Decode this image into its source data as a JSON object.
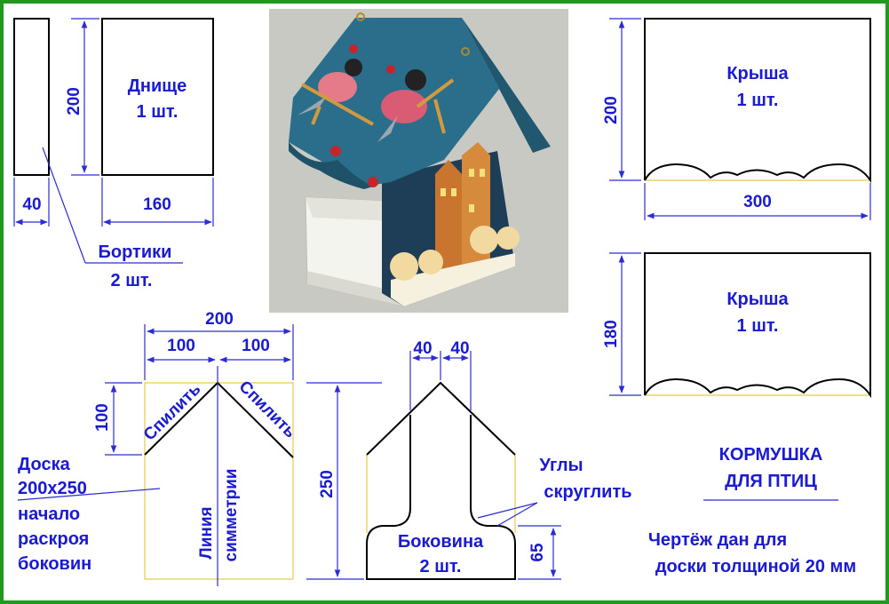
{
  "frame_color": "#1f9a1f",
  "text_color": "#1a1ad0",
  "bottom_part": {
    "title": "Днище",
    "count": "1 шт.",
    "height": "200",
    "width": "160"
  },
  "sides_part": {
    "width": "40",
    "label": "Бортики",
    "count": "2 шт."
  },
  "roof_large": {
    "title": "Крыша",
    "count": "1 шт.",
    "height": "200",
    "width": "300"
  },
  "roof_small": {
    "title": "Крыша",
    "count": "1 шт.",
    "height": "180"
  },
  "board_layout": {
    "total_width": "200",
    "half_left": "100",
    "half_right": "100",
    "cut_height": "100",
    "saw_left": "Спилить",
    "saw_right": "Спилить",
    "symmetry_line_1": "Линия",
    "symmetry_line_2": "симметрии",
    "board_caption": [
      "Доска",
      "200х250",
      "начало",
      "раскроя",
      "боковин"
    ]
  },
  "side_wall": {
    "title": "Боковина",
    "count": "2 шт.",
    "top_left": "40",
    "top_right": "40",
    "height": "250",
    "base_height": "65",
    "round_corners_1": "Углы",
    "round_corners_2": "скруглить"
  },
  "heading": {
    "line1": "КОРМУШКА",
    "line2": "ДЛЯ ПТИЦ"
  },
  "note": {
    "line1": "Чертёж дан для",
    "line2": "доски толщиной 20 мм"
  },
  "photo": {
    "alt": "bird-feeder-photo"
  }
}
